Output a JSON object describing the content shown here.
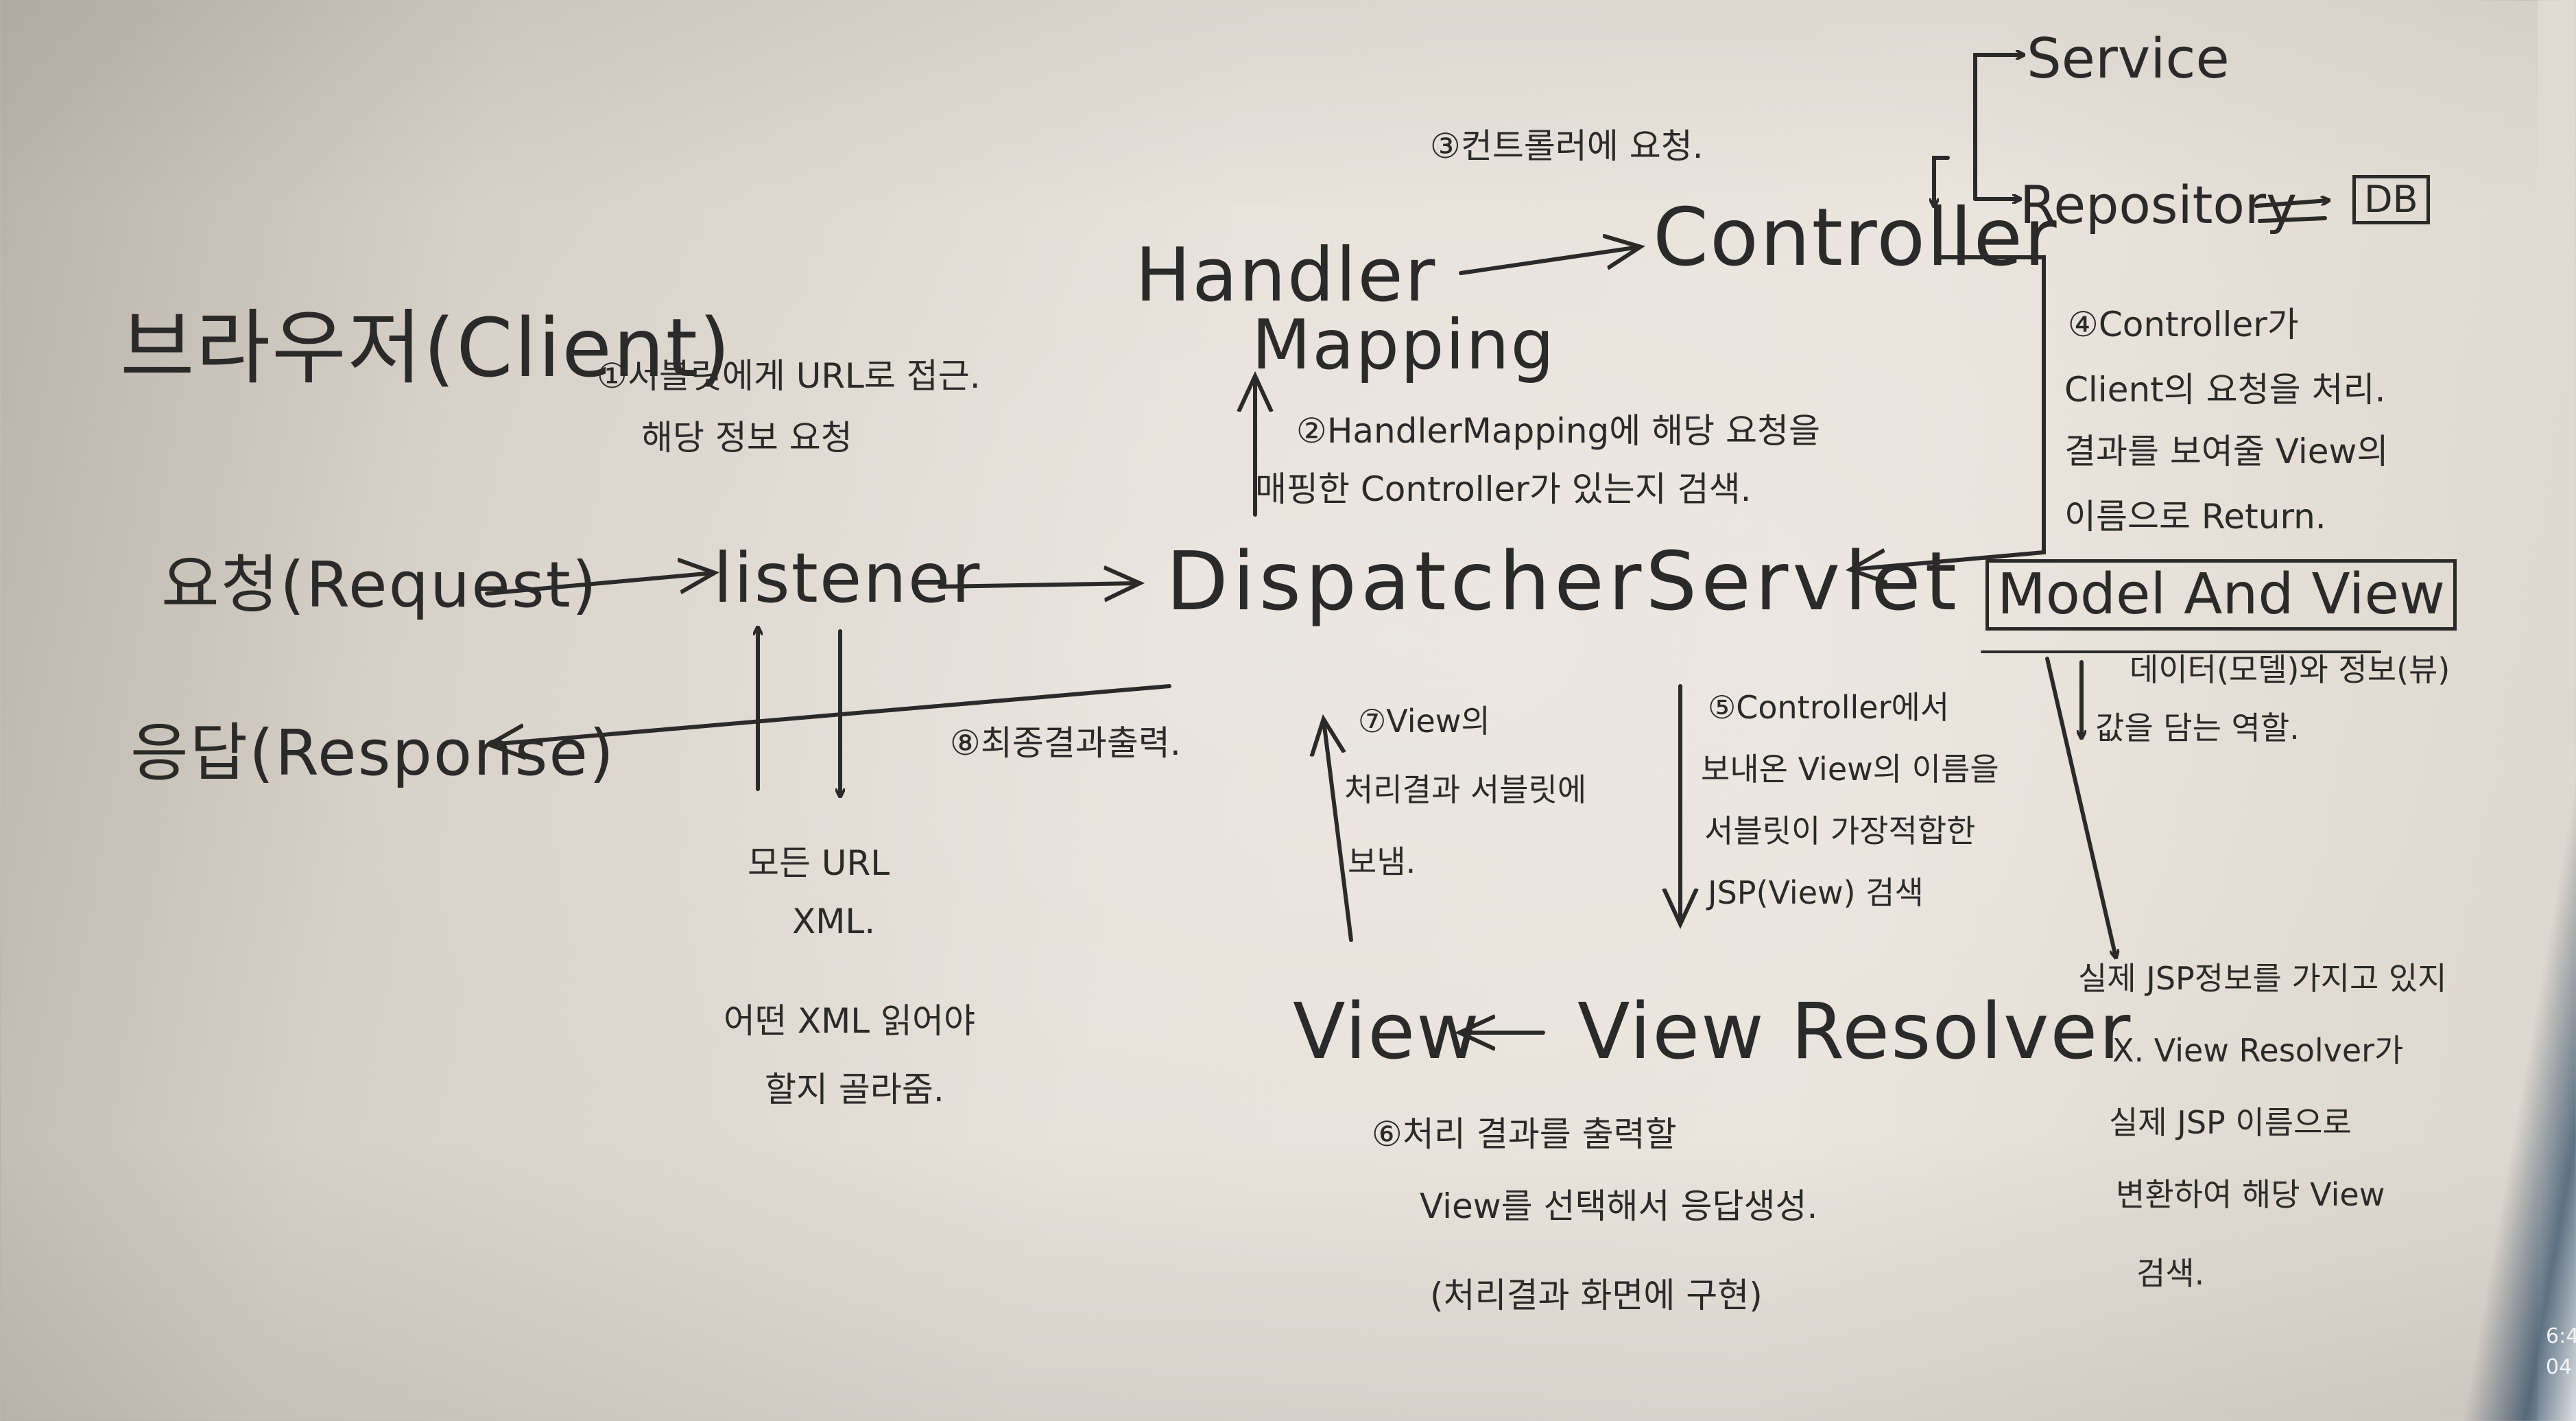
{
  "nodes": {
    "client": "브라우저(Client)",
    "request": "요청(Request)",
    "response": "응답(Response)",
    "listener": "listener",
    "dispatcher": "DispatcherServlet",
    "handler_mapping_1": "Handler",
    "handler_mapping_2": "Mapping",
    "controller": "Controller",
    "service": "Service",
    "repository": "Repository",
    "db": "DB",
    "model_and_view": "Model And View",
    "view_resolver": "View Resolver",
    "view": "View"
  },
  "notes": {
    "step1_line1": "①서블릿에게 URL로 접근.",
    "step1_line2": "해당 정보 요청",
    "step2_line1": "②HandlerMapping에 해당 요청을",
    "step2_line2": "매핑한 Controller가 있는지 검색.",
    "step3": "③컨트롤러에 요청.",
    "step4_line1": "④Controller가",
    "step4_line2": "Client의 요청을 처리.",
    "step4_line3": "결과를 보여줄 View의",
    "step4_line4": "이름으로 Return.",
    "step5_line1": "⑤Controller에서",
    "step5_line2": "보내온 View의 이름을",
    "step5_line3": "서블릿이 가장적합한",
    "step5_line4": "JSP(View) 검색",
    "step6_line1": "⑥처리 결과를 출력할",
    "step6_line2": "View를 선택해서 응답생성.",
    "step6_line3": "(처리결과 화면에 구현)",
    "step7_line1": "⑦View의",
    "step7_line2": "처리결과 서블릿에",
    "step7_line3": "보냄.",
    "step8": "⑧최종결과출력.",
    "listener_note_line1": "모든 URL",
    "listener_note_line2": "XML.",
    "listener_note_line3": "어떤 XML 읽어야",
    "listener_note_line4": "할지 골라줌.",
    "mav_note_line1": "데이터(모델)와 정보(뷰)",
    "mav_note_line2": "값을 담는 역할.",
    "resolver_note_line1": "실제 JSP정보를 가지고 있지",
    "resolver_note_line2": "X. View Resolver가",
    "resolver_note_line3": "실제 JSP 이름으로",
    "resolver_note_line4": "변환하여 해당 View",
    "resolver_note_line5": "검색."
  },
  "ink_color": "#2b2a2a",
  "screen_edge": {
    "line1": "6:4",
    "line2": "04"
  }
}
